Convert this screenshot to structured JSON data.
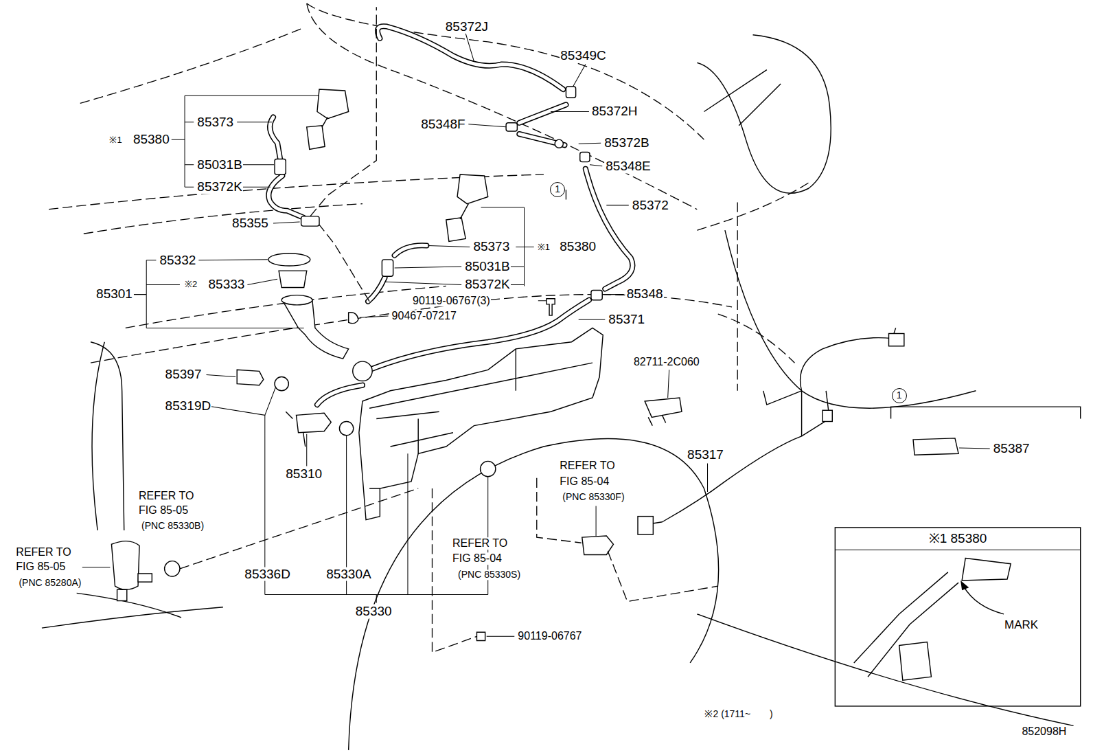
{
  "diagram": {
    "nodes": [
      {
        "text": [
          "※1 85380",
          "MARK"
        ]
      },
      {
        "text": [
          "1"
        ]
      },
      {
        "text": [
          "1"
        ]
      }
    ],
    "labels": [
      "85372J",
      "85349C",
      "※1",
      "85380",
      "85373",
      "85372H",
      "85348F",
      "85372B",
      "85031B",
      "85348E",
      "85372K",
      "85372",
      "85355",
      "85373",
      "※1",
      "85380",
      "85332",
      "85031B",
      "※2",
      "85333",
      "85372K",
      "85301",
      "85348",
      "90119-06767(3)",
      "90467-07217",
      "85371",
      "85397",
      "82711-2C060",
      "85319D",
      "85387",
      "85317",
      "REFER TO",
      "85310",
      "FIG 85-04",
      "REFER TO",
      "(PNC 85330F)",
      "FIG 85-05",
      "(PNC 85330B)",
      "REFER TO",
      "REFER TO",
      "FIG 85-04",
      "FIG 85-05",
      "85336D",
      "85330A",
      "(PNC 85330S)",
      "(PNC 85280A)",
      "85330",
      "90119-06767",
      "※2 (1711~　　)",
      "852098H"
    ]
  }
}
